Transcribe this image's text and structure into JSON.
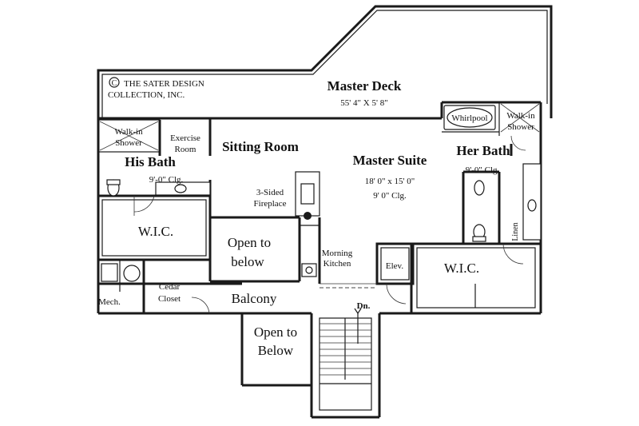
{
  "copyright": {
    "symbol": "C",
    "line1": "THE SATER DESIGN",
    "line2": "COLLECTION, INC."
  },
  "rooms": {
    "master_deck": {
      "name": "Master Deck",
      "dims": "55' 4\" X 5' 8\""
    },
    "master_suite": {
      "name": "Master Suite",
      "dims": "18' 0\" x 15' 0\"",
      "ceiling": "9' 0\"  Clg."
    },
    "sitting_room": {
      "name": "Sitting Room"
    },
    "his_bath": {
      "name": "His Bath",
      "ceiling": "9'-0\" Clg."
    },
    "her_bath": {
      "name": "Her Bath",
      "ceiling": "9'-0\" Clg."
    },
    "exercise_room": {
      "line1": "Exercise",
      "line2": "Room"
    },
    "walkin_shower_left": {
      "line1": "Walk-in",
      "line2": "Shower"
    },
    "walkin_shower_right": {
      "line1": "Walk-in",
      "line2": "Shower"
    },
    "whirlpool": {
      "name": "Whirlpool"
    },
    "wic_left": {
      "name": "W.I.C."
    },
    "wic_right": {
      "name": "W.I.C."
    },
    "fireplace": {
      "line1": "3-Sided",
      "line2": "Fireplace"
    },
    "open_below_upper": {
      "line1": "Open to",
      "line2": "below"
    },
    "open_below_lower": {
      "line1": "Open to",
      "line2": "Below"
    },
    "morning_kitchen": {
      "line1": "Morning",
      "line2": "Kitchen"
    },
    "elevator": {
      "name": "Elev."
    },
    "linen": {
      "name": "Linen"
    },
    "mech": {
      "name": "Mech."
    },
    "cedar_closet": {
      "line1": "Cedar",
      "line2": "Closet"
    },
    "balcony": {
      "name": "Balcony"
    },
    "stair_down": {
      "name": "Dn."
    }
  }
}
